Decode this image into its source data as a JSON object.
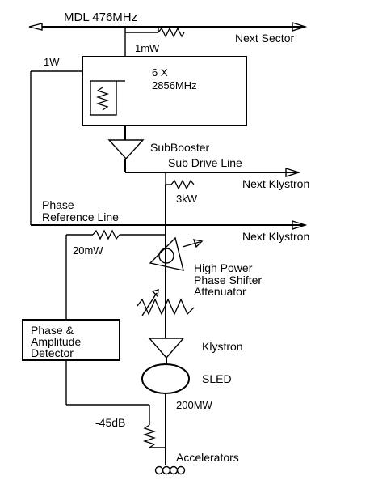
{
  "labels": {
    "mdl": "MDL 476MHz",
    "next_sector": "Next Sector",
    "one_mw": "1mW",
    "one_w": "1W",
    "six_x": "6 X",
    "freq_2856": "2856MHz",
    "subbooster": "SubBooster",
    "sub_drive_line": "Sub Drive Line",
    "next_klystron_1": "Next Klystron",
    "three_kw": "3kW",
    "phase": "Phase",
    "reference_line": "Reference Line",
    "next_klystron_2": "Next Klystron",
    "twenty_mw": "20mW",
    "high_power": "High Power",
    "phase_shifter": "Phase Shifter",
    "attenuator": "Attenuator",
    "detector_line1": "Phase &",
    "detector_line2": "Amplitude",
    "detector_line3": "Detector",
    "klystron": "Klystron",
    "sled": "SLED",
    "two_hundred_mw": "200MW",
    "minus_45db": "-45dB",
    "accelerators": "Accelerators"
  }
}
